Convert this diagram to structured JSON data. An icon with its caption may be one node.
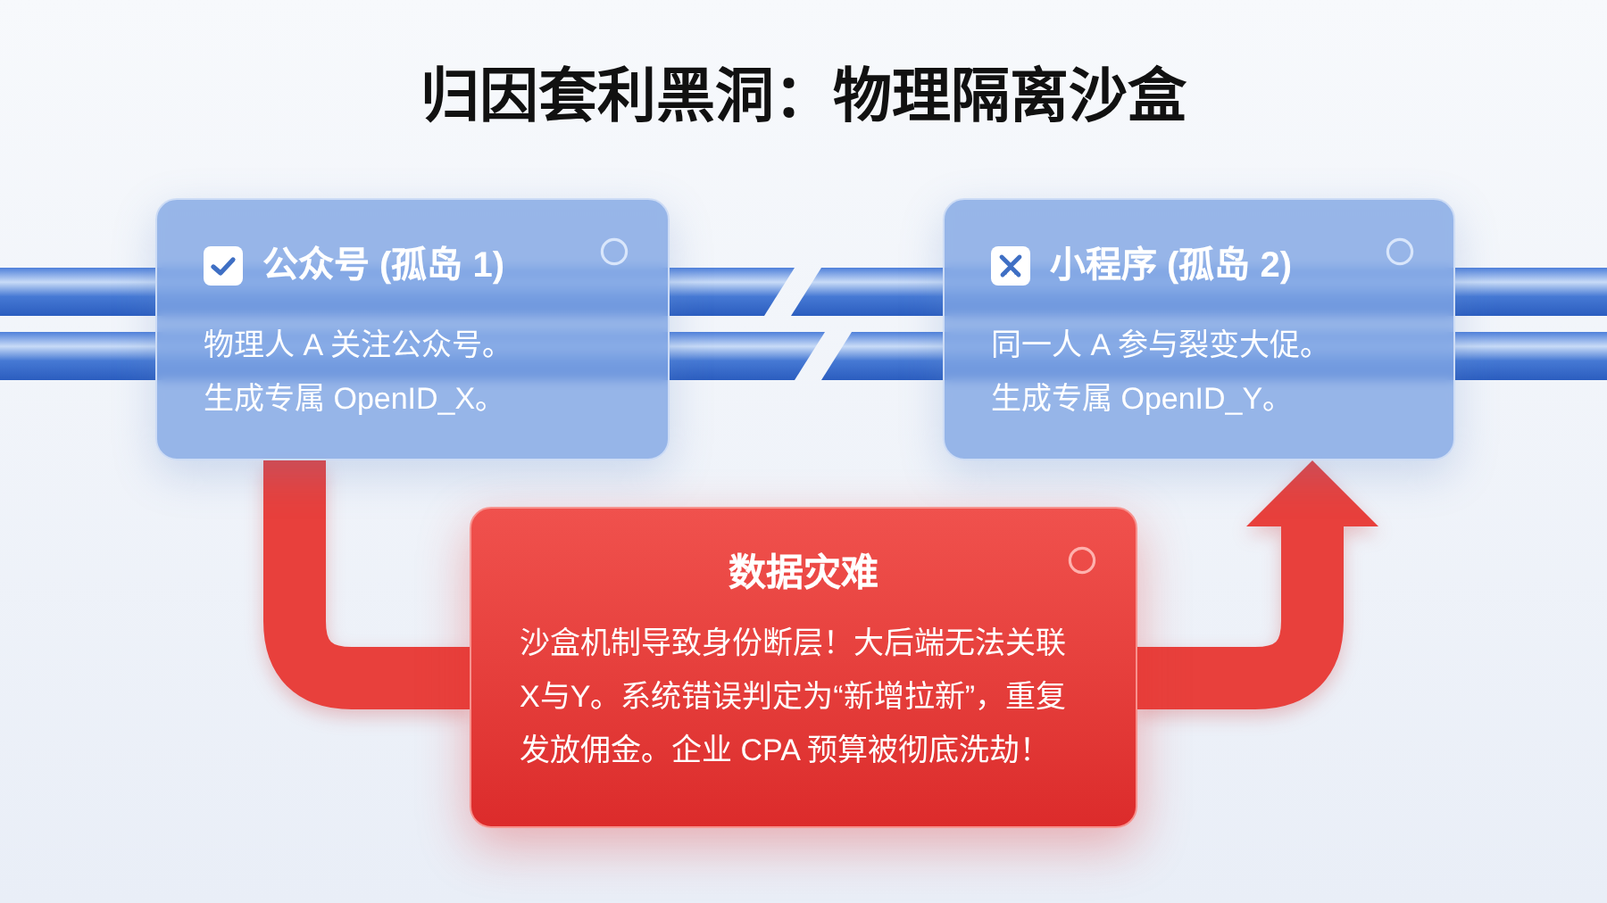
{
  "diagram": {
    "title": "归因套利黑洞：物理隔离沙盒",
    "nodes": [
      {
        "text": [
          "公众号 (孤岛 1)",
          "物理人 A 关注公众号。",
          "生成专属 OpenID_X。"
        ]
      },
      {
        "text": [
          "小程序 (孤岛 2)",
          "同一人 A 参与裂变大促。",
          "生成专属 OpenID_Y。"
        ]
      },
      {
        "text": [
          "数据灾难",
          "沙盒机制导致身份断层！大后端无法关联X与Y。系统错误判定为“新增拉新”，重复发放佣金。企业 CPA 预算被彻底洗劫！"
        ]
      }
    ],
    "edges": [
      {
        "from": 0,
        "to": 2,
        "arrow": "none"
      },
      {
        "from": 2,
        "to": 1,
        "arrow": "to"
      }
    ]
  }
}
